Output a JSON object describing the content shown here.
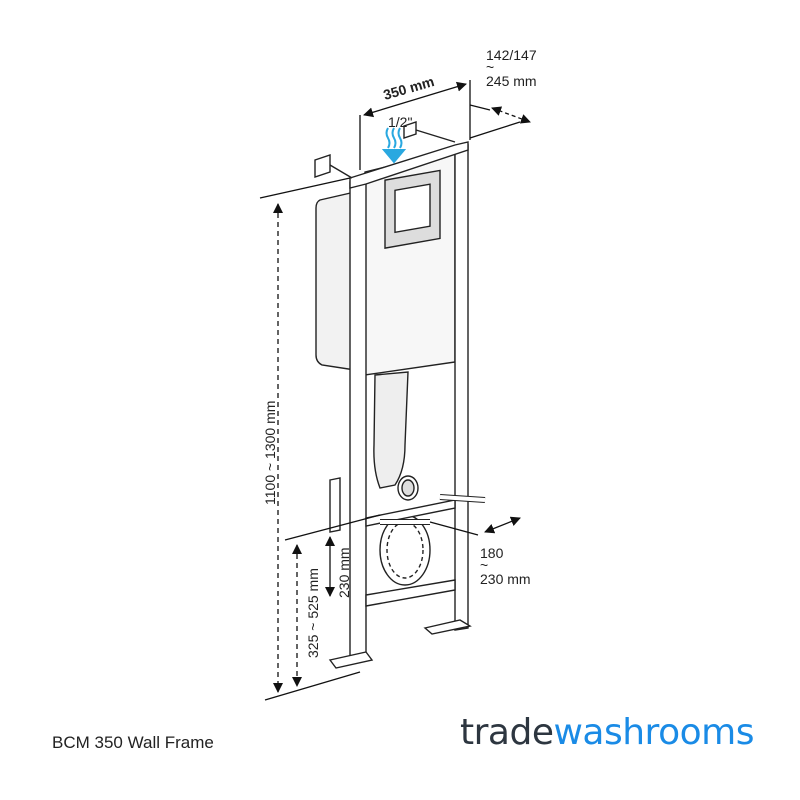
{
  "diagram": {
    "width_label": "350 mm",
    "depth_label_top": "142/147",
    "depth_label_tilde": "~",
    "depth_label_bottom": "245 mm",
    "inlet_label": "1/2\"",
    "height_label": "1100 ~ 1300 mm",
    "bolt_height_label": "325 ~ 525 mm",
    "outlet_height_label": "230 mm",
    "bolt_length_top": "180",
    "bolt_length_tilde": "~",
    "bolt_length_bottom": "230 mm"
  },
  "caption": "BCM 350 Wall Frame",
  "logo": {
    "part1": "trade",
    "part2": "washrooms"
  },
  "colors": {
    "accent": "#1a8be6",
    "dark": "#2d3640",
    "water": "#29a8e0"
  }
}
